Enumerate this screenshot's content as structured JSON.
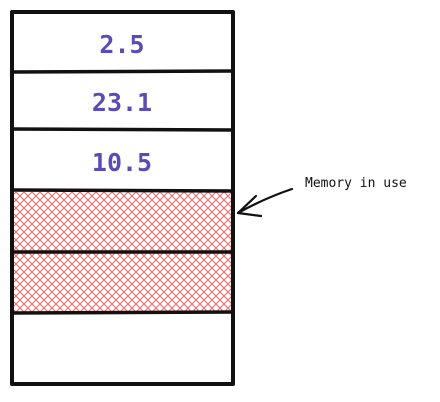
{
  "stack": {
    "cells": [
      {
        "value": "2.5",
        "state": "filled"
      },
      {
        "value": "23.1",
        "state": "filled"
      },
      {
        "value": "10.5",
        "state": "filled"
      },
      {
        "value": "",
        "state": "in-use"
      },
      {
        "value": "",
        "state": "in-use"
      },
      {
        "value": "",
        "state": "empty"
      }
    ]
  },
  "annotation": {
    "label": "Memory in use"
  },
  "colors": {
    "value_text": "#5b4bb7",
    "hatch": "#ef6b6b",
    "outline": "#111111"
  }
}
